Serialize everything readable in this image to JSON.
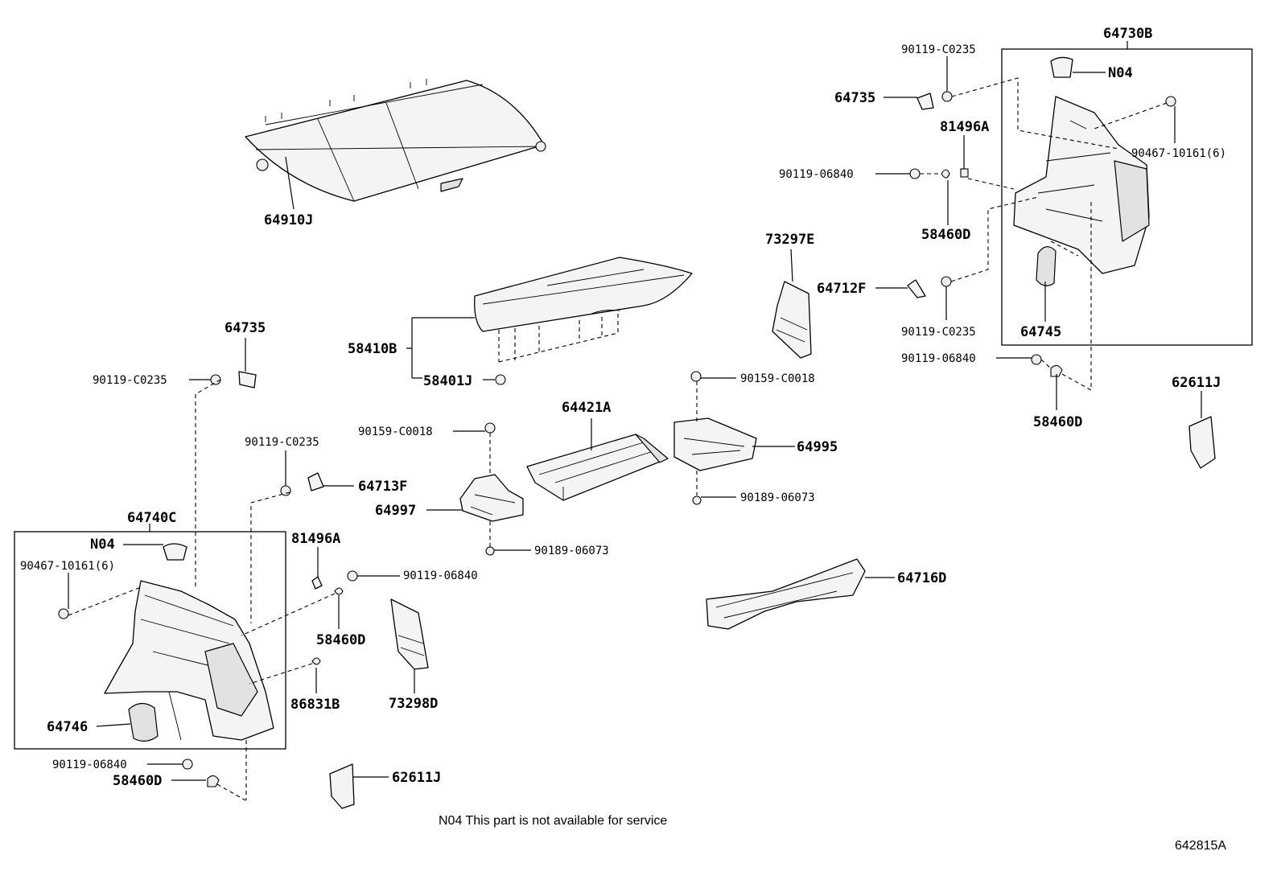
{
  "labels": {
    "p64910J": "64910J",
    "p58410B": "58410B",
    "p58401J": "58401J",
    "p73297E": "73297E",
    "p64712F": "64712F",
    "p64730B": "64730B",
    "p90119C0235_tr": "90119-C0235",
    "p64735_tr": "64735",
    "pN04_r": "N04",
    "p81496A_r": "81496A",
    "p90467_r": "90467-10161(6)",
    "p90119_06840_r1": "90119-06840",
    "p58460D_r1": "58460D",
    "p90119C0235_r2": "90119-C0235",
    "p64745": "64745",
    "p90119_06840_r2": "90119-06840",
    "p58460D_r2": "58460D",
    "p62611J_r": "62611J",
    "p64735_l": "64735",
    "p90119C0235_l1": "90119-C0235",
    "p90119C0235_l2": "90119-C0235",
    "p64713F": "64713F",
    "p64740C": "64740C",
    "pN04_l": "N04",
    "p90467_l": "90467-10161(6)",
    "p81496A_l": "81496A",
    "p90119_06840_l1": "90119-06840",
    "p58460D_l1": "58460D",
    "p86831B": "86831B",
    "p64746": "64746",
    "p90119_06840_l2": "90119-06840",
    "p58460D_l2": "58460D",
    "p62611J_l": "62611J",
    "p90159C0018_a": "90159-C0018",
    "p64997": "64997",
    "p90189_06073_a": "90189-06073",
    "p64421A": "64421A",
    "p90159C0018_b": "90159-C0018",
    "p64995": "64995",
    "p90189_06073_b": "90189-06073",
    "p73298D": "73298D",
    "p64716D": "64716D"
  },
  "footnote": "N04 This part is not  available for service",
  "diagram_id": "642815A"
}
